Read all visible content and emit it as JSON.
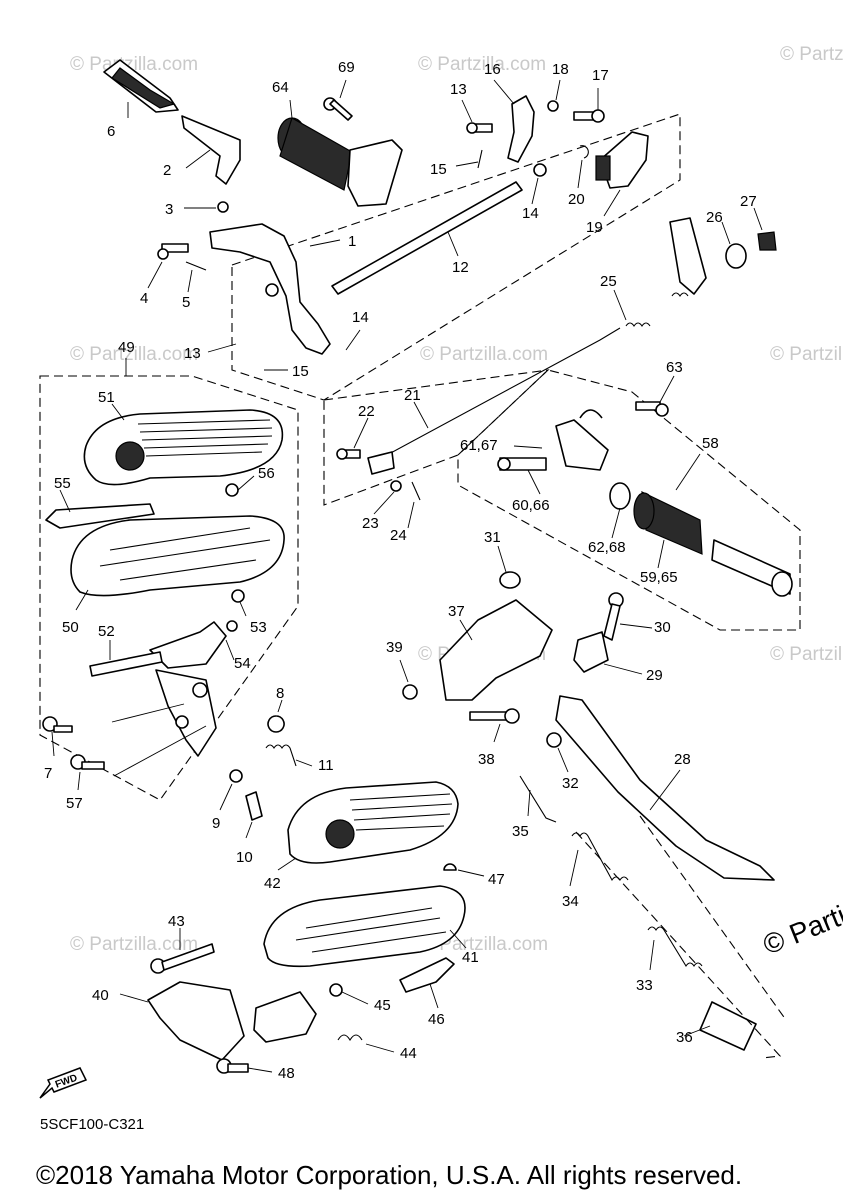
{
  "diagram_code": "5SCF100-C321",
  "copyright": "©2018 Yamaha Motor Corporation, U.S.A. All rights reserved.",
  "watermark": "© Partzilla.com",
  "watermark_edge": "© Parti",
  "direction_badge": "FWD",
  "callouts": [
    "1",
    "2",
    "3",
    "4",
    "5",
    "6",
    "7",
    "8",
    "9",
    "10",
    "11",
    "12",
    "13",
    "13",
    "14",
    "14",
    "15",
    "15",
    "16",
    "17",
    "18",
    "19",
    "20",
    "21",
    "22",
    "23",
    "24",
    "25",
    "26",
    "27",
    "28",
    "29",
    "30",
    "31",
    "32",
    "33",
    "34",
    "35",
    "36",
    "37",
    "38",
    "39",
    "40",
    "41",
    "42",
    "43",
    "44",
    "45",
    "46",
    "47",
    "48",
    "49",
    "50",
    "51",
    "52",
    "53",
    "54",
    "55",
    "56",
    "57",
    "58",
    "59,65",
    "60,66",
    "61,67",
    "62,68",
    "63",
    "64",
    "69"
  ]
}
